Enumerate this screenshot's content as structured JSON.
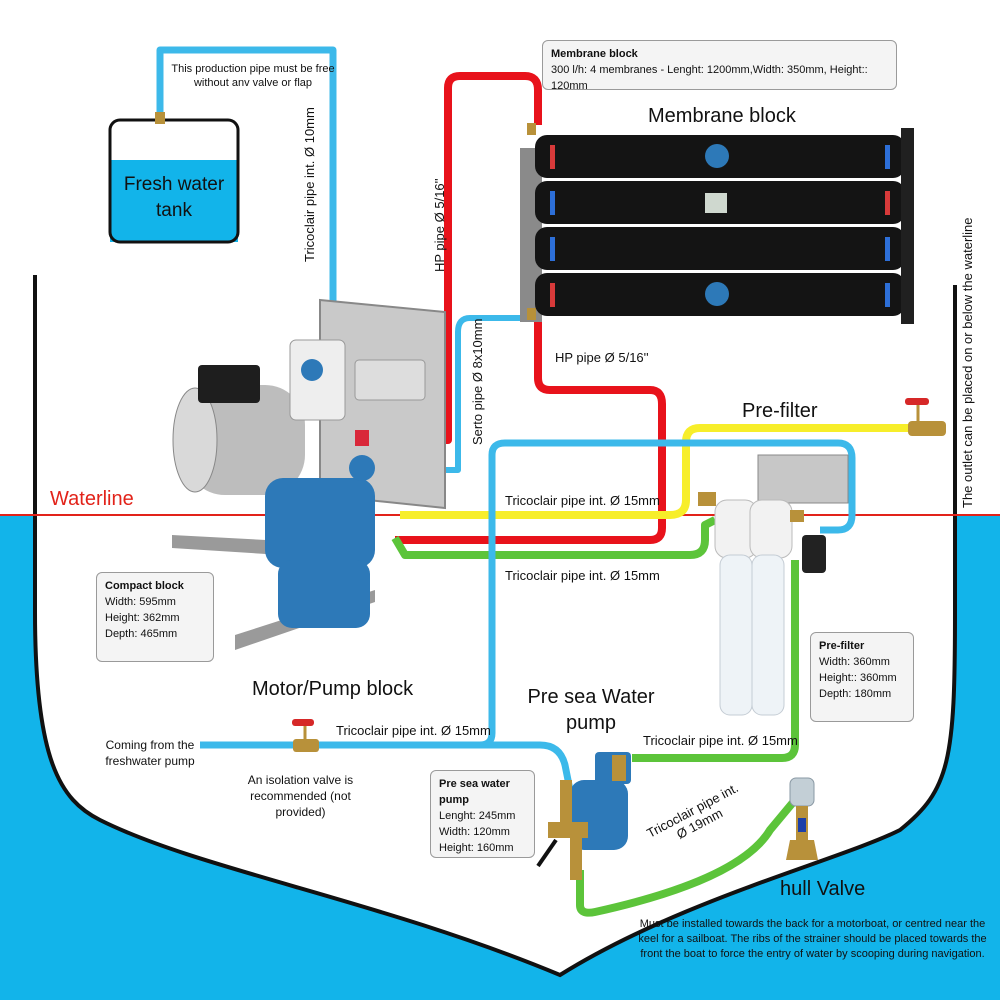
{
  "labels": {
    "production_pipe_note": "This production pipe must be free without anv valve or flap",
    "fresh_water_tank": "Fresh water tank",
    "tricoclair_10": "Tricoclair pipe int. Ø 10mm",
    "hp_pipe_vertical": "HP pipe Ø 5/16''",
    "hp_pipe_horizontal": "HP pipe Ø 5/16''",
    "serto_pipe": "Serto pipe Ø 8x10mm",
    "membrane_block_title": "Membrane block",
    "pre_filter_title": "Pre-filter",
    "waterline": "Waterline",
    "tricoclair_15_a": "Tricoclair pipe int. Ø 15mm",
    "tricoclair_15_b": "Tricoclair pipe int. Ø 15mm",
    "tricoclair_15_c": "Tricoclair pipe int. Ø 15mm",
    "tricoclair_15_d": "Tricoclair pipe int. Ø 15mm",
    "tricoclair_19": "Tricoclair pipe int. Ø 19mm",
    "motor_pump_block": "Motor/Pump block",
    "pre_sea_water_pump": "Pre sea Water pump",
    "coming_from": "Coming from the freshwater pump",
    "isolation_valve": "An isolation valve is recommended (not provided)",
    "hull_valve": "hull Valve",
    "hull_valve_note": "Must be installed towards the back for a motorboat, or centred near the keel for a sailboat. The ribs of the strainer should be placed towards the front the boat to force the entry of water by scooping during navigation.",
    "outlet_note": "The outlet can be placed on or below the waterline"
  },
  "boxes": {
    "membrane": {
      "title": "Membrane block",
      "line1": "300 l/h: 4 membranes - Lenght: 1200mm,Width: 350mm, Height:: 120mm"
    },
    "compact": {
      "title": "Compact block",
      "lines": [
        "Width: 595mm",
        "Height: 362mm",
        "Depth: 465mm"
      ]
    },
    "prefilter": {
      "title": "Pre-filter",
      "lines": [
        "Width: 360mm",
        "Height:: 360mm",
        "Depth: 180mm"
      ]
    },
    "seapump": {
      "title": "Pre sea water pump",
      "lines": [
        "Lenght: 245mm",
        "Width: 120mm",
        "Height: 160mm"
      ]
    }
  },
  "colors": {
    "sea": "#12b4ea",
    "hull": "#111111",
    "waterline": "#e2231a",
    "pipe_blue": "#3cb9ea",
    "pipe_red": "#e8121b",
    "pipe_yellow": "#f7ee2a",
    "pipe_green": "#5cc43a",
    "membrane": "#141414",
    "pump": "#2d79b8",
    "brass": "#b8913a"
  },
  "icons": [
    "valve-icon",
    "membrane-tube-icon",
    "filter-cartridge-icon",
    "motor-icon",
    "pump-icon",
    "hull-strainer-icon"
  ]
}
